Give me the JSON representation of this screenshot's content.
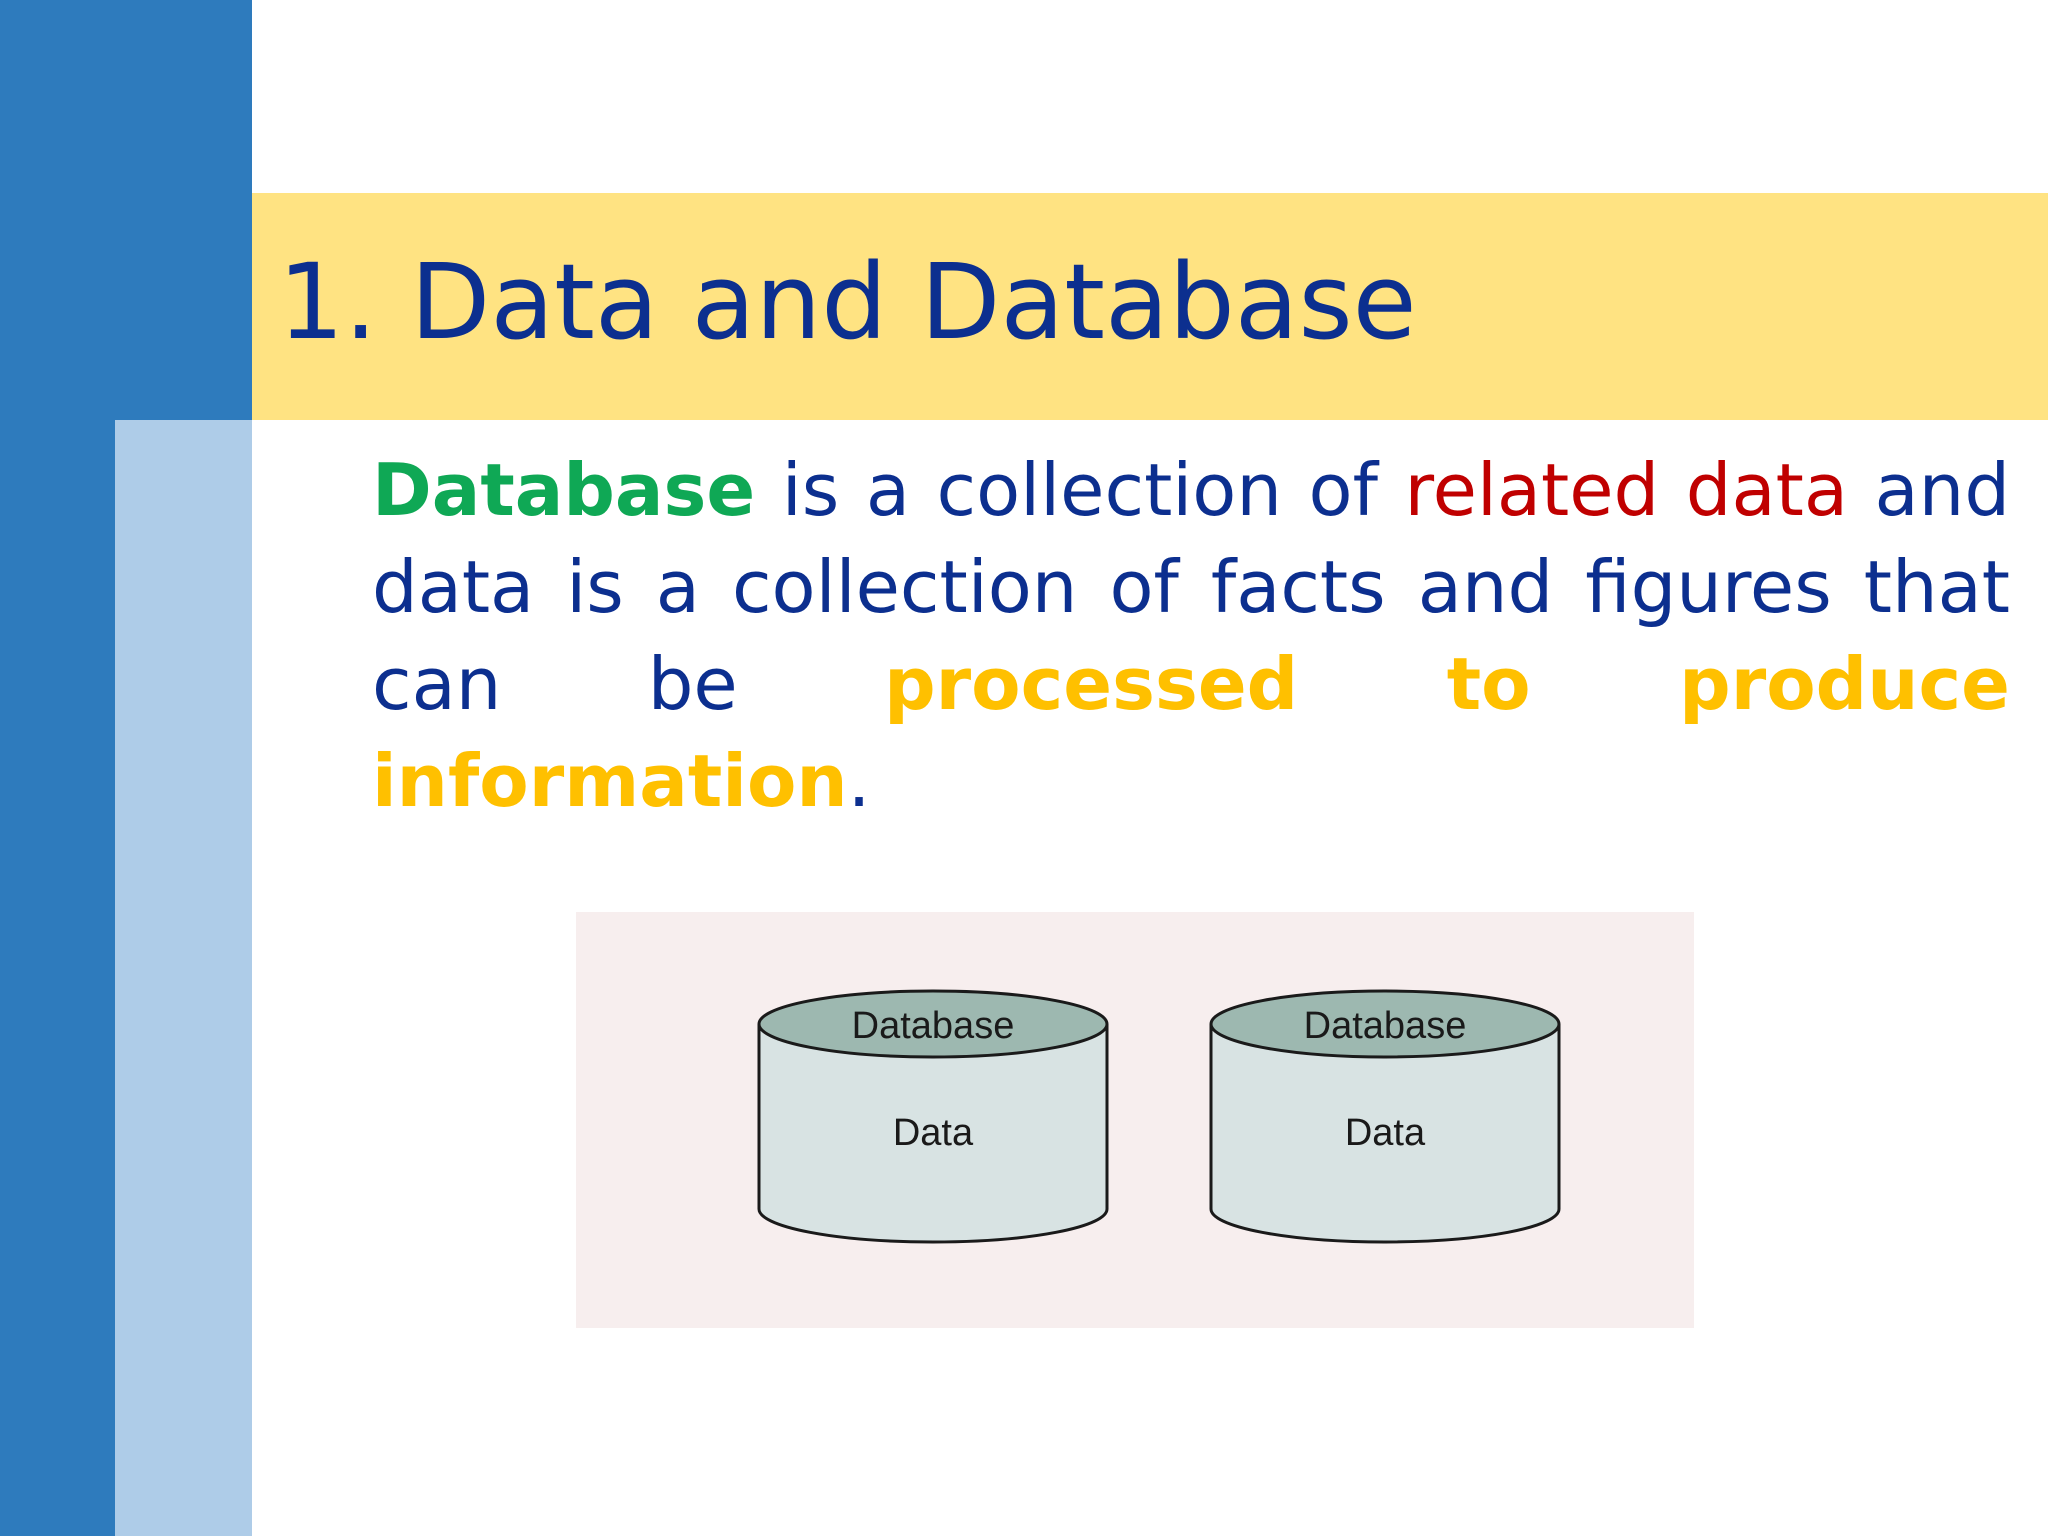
{
  "slide": {
    "title": "1. Data and Database",
    "body": {
      "term": "Database",
      "part1": " is a collection of ",
      "related": "related data",
      "part2": " and data is a collection of facts and figures that can be ",
      "highlight": "processed to produce information",
      "end": "."
    },
    "diagram": {
      "cylinders": [
        {
          "top_label": "Database",
          "body_label": "Data"
        },
        {
          "top_label": "Database",
          "body_label": "Data"
        }
      ]
    }
  },
  "colors": {
    "sidebar_dark": "#2e7bbd",
    "sidebar_light": "#aecce8",
    "title_band": "#ffe382",
    "title_text": "#0c2f8f",
    "term_green": "#0fa855",
    "related_red": "#c00000",
    "highlight_yellow": "#ffc000",
    "diagram_bg": "#f7eeee",
    "cylinder_top": "#9db8b0",
    "cylinder_body": "#d8e3e3"
  }
}
